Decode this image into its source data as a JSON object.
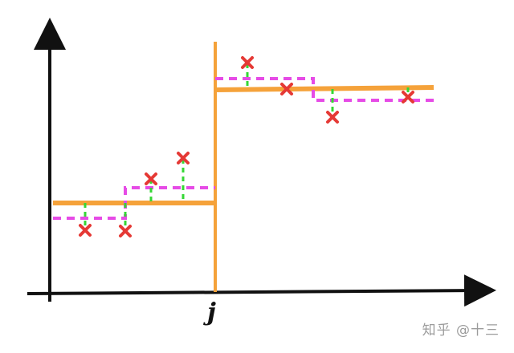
{
  "diagram": {
    "split_label": "j",
    "watermark": "知乎 @十三",
    "colors": {
      "axis": "#111111",
      "split_line": "#f5a23a",
      "fit_line": "#f5a23a",
      "dashed_fit": "#e64be6",
      "residual": "#35d735",
      "point": "#e53935",
      "background": "#ffffff"
    },
    "marks": {
      "point_symbol": "x-mark",
      "residual_style": "dashed-vertical",
      "dashed_fit_style": "dashed-step"
    }
  }
}
